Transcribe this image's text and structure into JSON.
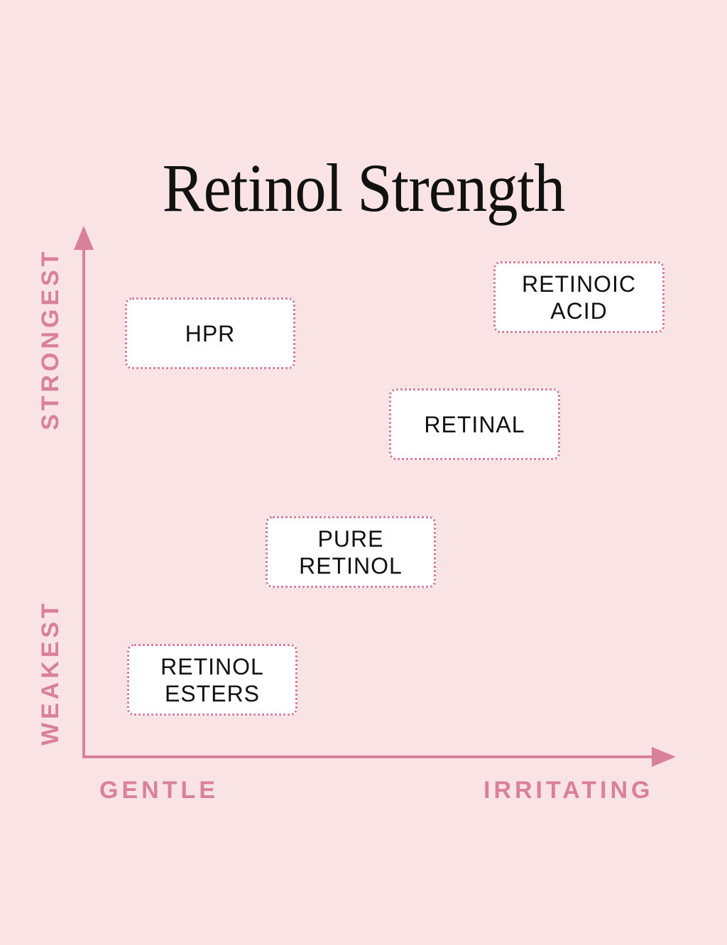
{
  "title": "Retinol Strength",
  "axes": {
    "y_top_label": "STRONGEST",
    "y_bottom_label": "WEAKEST",
    "x_left_label": "GENTLE",
    "x_right_label": "IRRITATING"
  },
  "colors": {
    "background": "#fae3e4",
    "accent": "#d9819b",
    "box_fill": "#ffffff",
    "text": "#111111"
  },
  "boxes": [
    {
      "id": "hpr",
      "lines": [
        "HPR"
      ]
    },
    {
      "id": "retinoic-acid",
      "lines": [
        "RETINOIC",
        "ACID"
      ]
    },
    {
      "id": "retinal",
      "lines": [
        "RETINAL"
      ]
    },
    {
      "id": "pure-retinol",
      "lines": [
        "PURE",
        "RETINOL"
      ]
    },
    {
      "id": "retinol-esters",
      "lines": [
        "RETINOL",
        "ESTERS"
      ]
    }
  ]
}
